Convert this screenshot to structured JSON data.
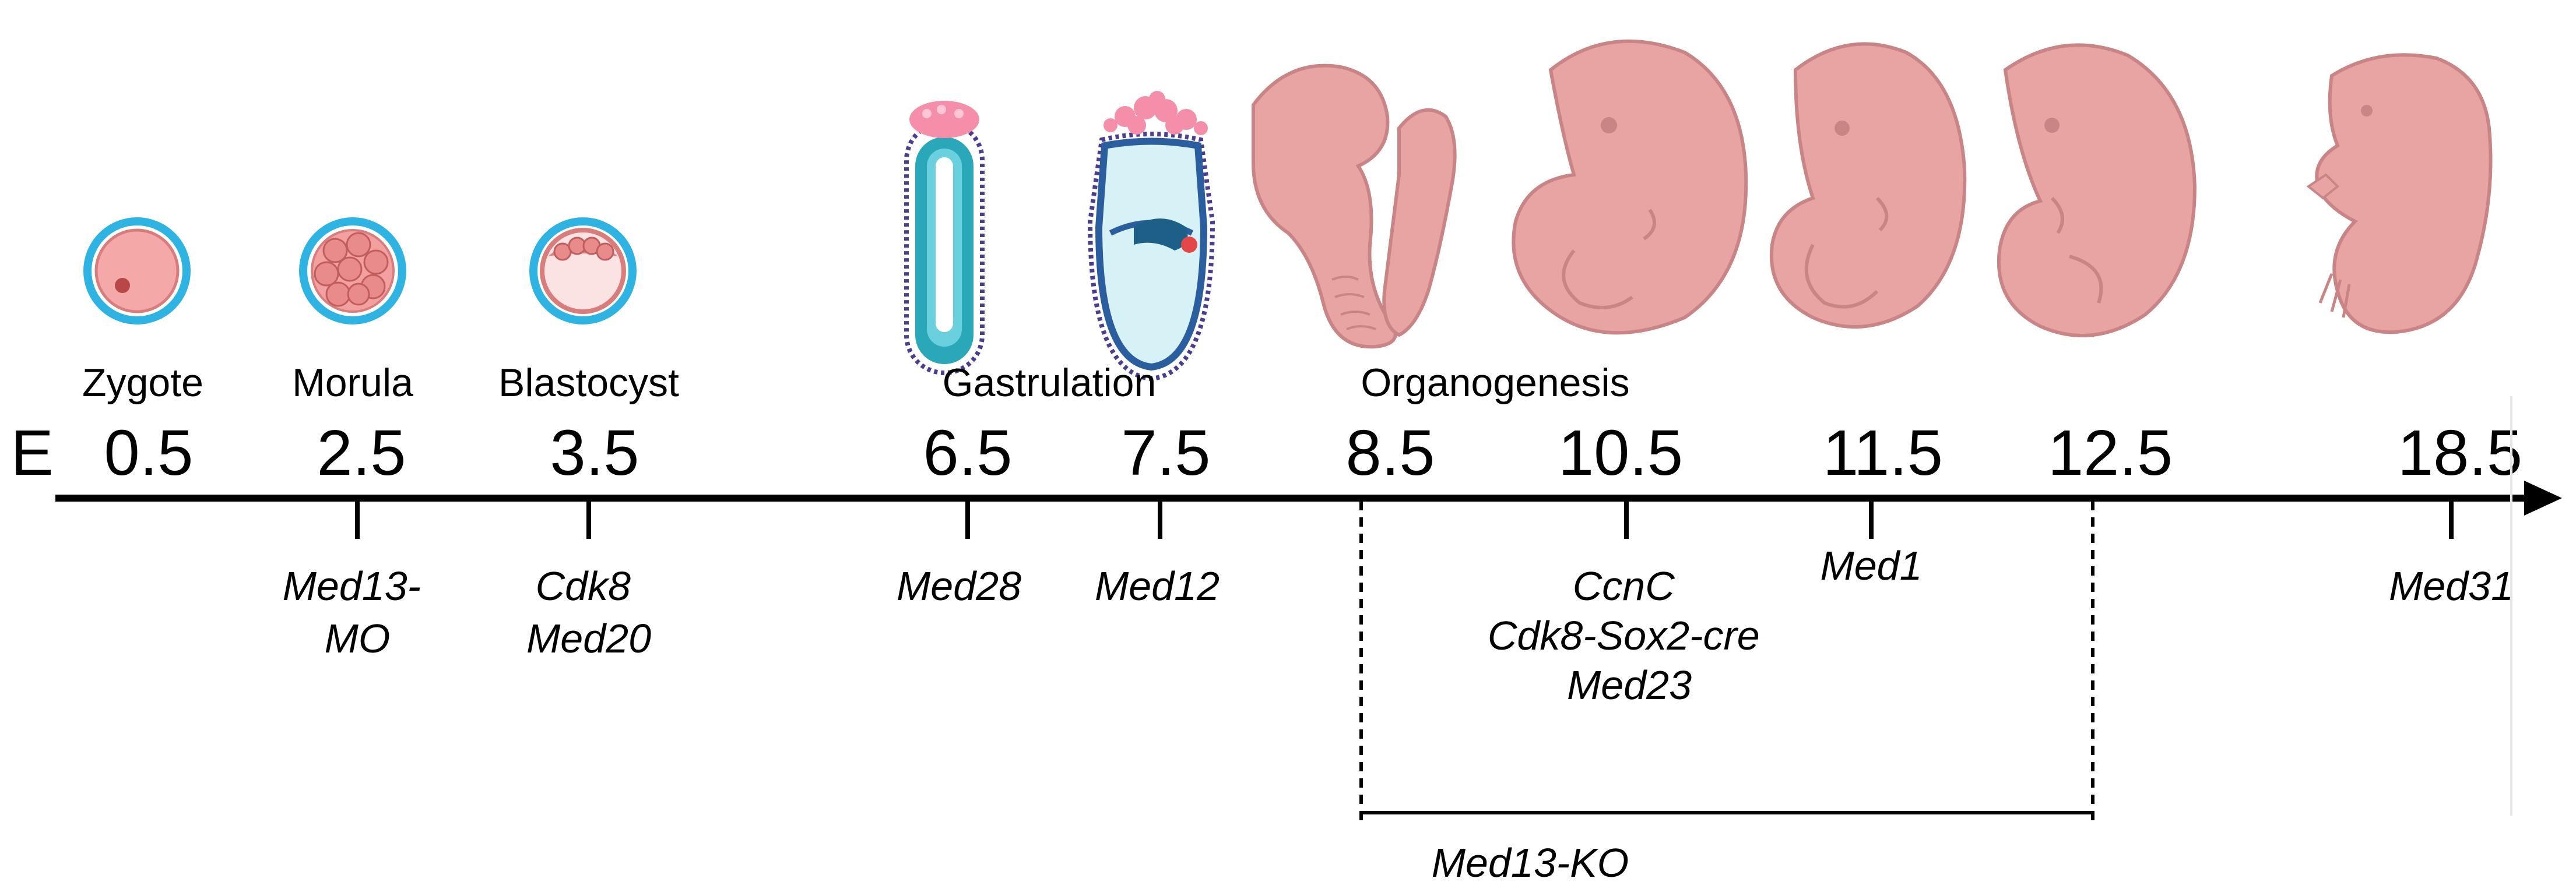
{
  "timeline": {
    "prefix": "E",
    "ticks": [
      {
        "value": "0.5"
      },
      {
        "value": "2.5"
      },
      {
        "value": "3.5"
      },
      {
        "value": "6.5"
      },
      {
        "value": "7.5"
      },
      {
        "value": "8.5"
      },
      {
        "value": "10.5"
      },
      {
        "value": "11.5"
      },
      {
        "value": "12.5"
      },
      {
        "value": "18.5"
      }
    ]
  },
  "stages": [
    {
      "label": "Zygote"
    },
    {
      "label": "Morula"
    },
    {
      "label": "Blastocyst"
    },
    {
      "label": "Gastrulation"
    },
    {
      "label": "Organogenesis"
    }
  ],
  "genes": [
    {
      "lines": [
        "Med13-",
        "MO"
      ]
    },
    {
      "lines": [
        "Cdk8",
        "Med20"
      ]
    },
    {
      "lines": [
        "Med28"
      ]
    },
    {
      "lines": [
        "Med12"
      ]
    },
    {
      "lines": [
        "CcnC",
        "Cdk8-Sox2-cre",
        "Med23"
      ]
    },
    {
      "lines": [
        "Med1"
      ]
    },
    {
      "lines": [
        "Med31"
      ]
    }
  ],
  "range": {
    "label": "Med13-KO"
  },
  "colors": {
    "axis": "#000000",
    "embryo_fill": "#e8a3a3",
    "embryo_stroke": "#c98585",
    "zona_blue": "#2fb3e3",
    "gastrula_pink": "#f28aa5",
    "gastrula_teal": "#1e9fb3",
    "gastrula_dark": "#4b3d8f"
  }
}
